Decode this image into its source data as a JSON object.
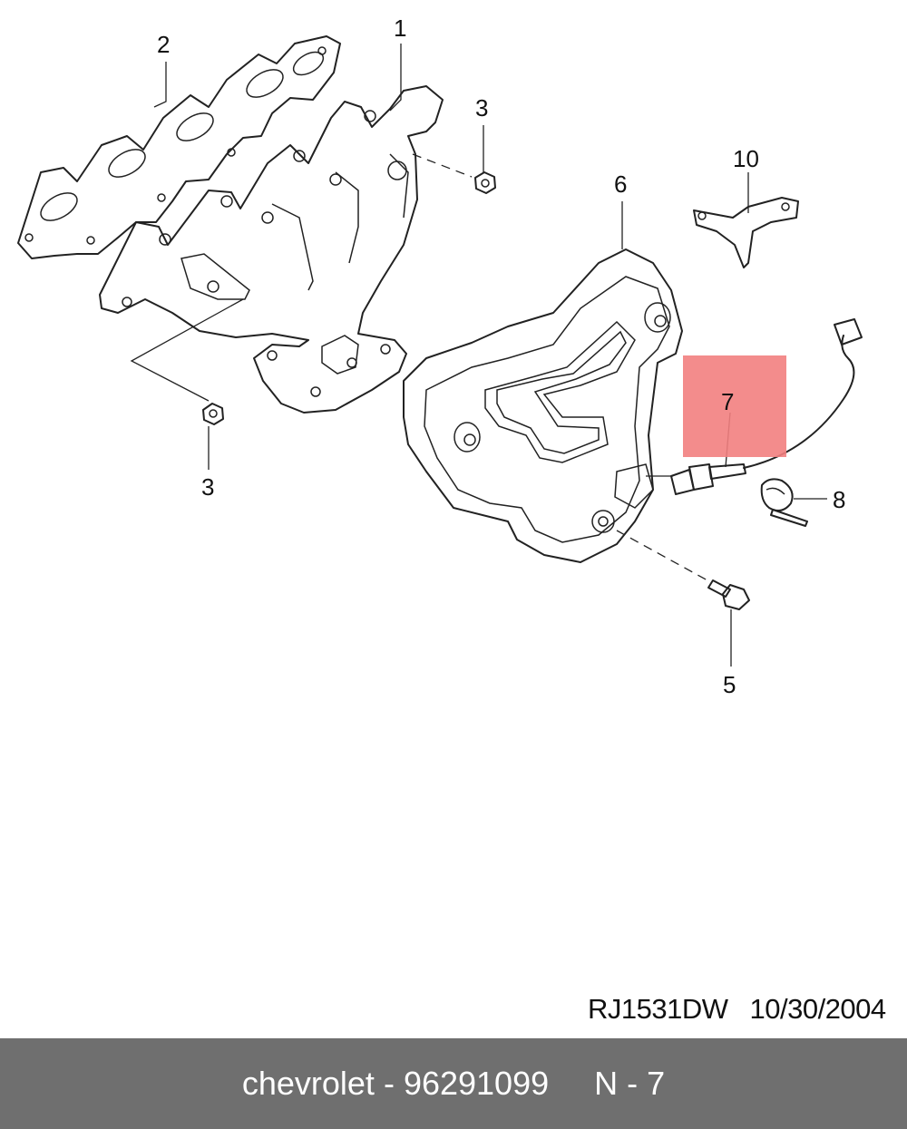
{
  "diagram": {
    "callouts": {
      "c1": "1",
      "c2": "2",
      "c3_top": "3",
      "c3_bottom": "3",
      "c5": "5",
      "c6": "6",
      "c7": "7",
      "c8": "8",
      "c10": "10"
    },
    "highlight_color": "#f28080"
  },
  "drawing_ref": {
    "code": "RJ1531DW",
    "date": "10/30/2004"
  },
  "footer": {
    "brand": "chevrolet",
    "separator": " - ",
    "part_number": "96291099",
    "position_label": "N - 7",
    "background": "#6f6f6f"
  }
}
